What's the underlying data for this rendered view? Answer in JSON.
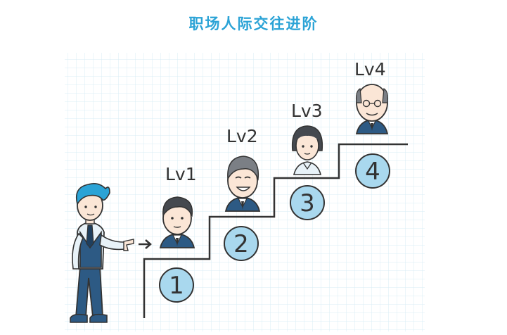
{
  "title": "职场人际交往进阶",
  "levels": [
    {
      "label": "Lv1",
      "number": "1",
      "figure": "young man with dark short hair and suit"
    },
    {
      "label": "Lv2",
      "number": "2",
      "figure": "middle-aged man with gray hair, smiling"
    },
    {
      "label": "Lv3",
      "number": "3",
      "figure": "woman with bob haircut"
    },
    {
      "label": "Lv4",
      "number": "4",
      "figure": "older bald man with glasses"
    }
  ],
  "colors": {
    "title": "#2ba3d6",
    "circle_fill": "#a9d8ee",
    "suit": "#2d5a84",
    "grid": "#d9ecf5",
    "line": "#333333"
  }
}
